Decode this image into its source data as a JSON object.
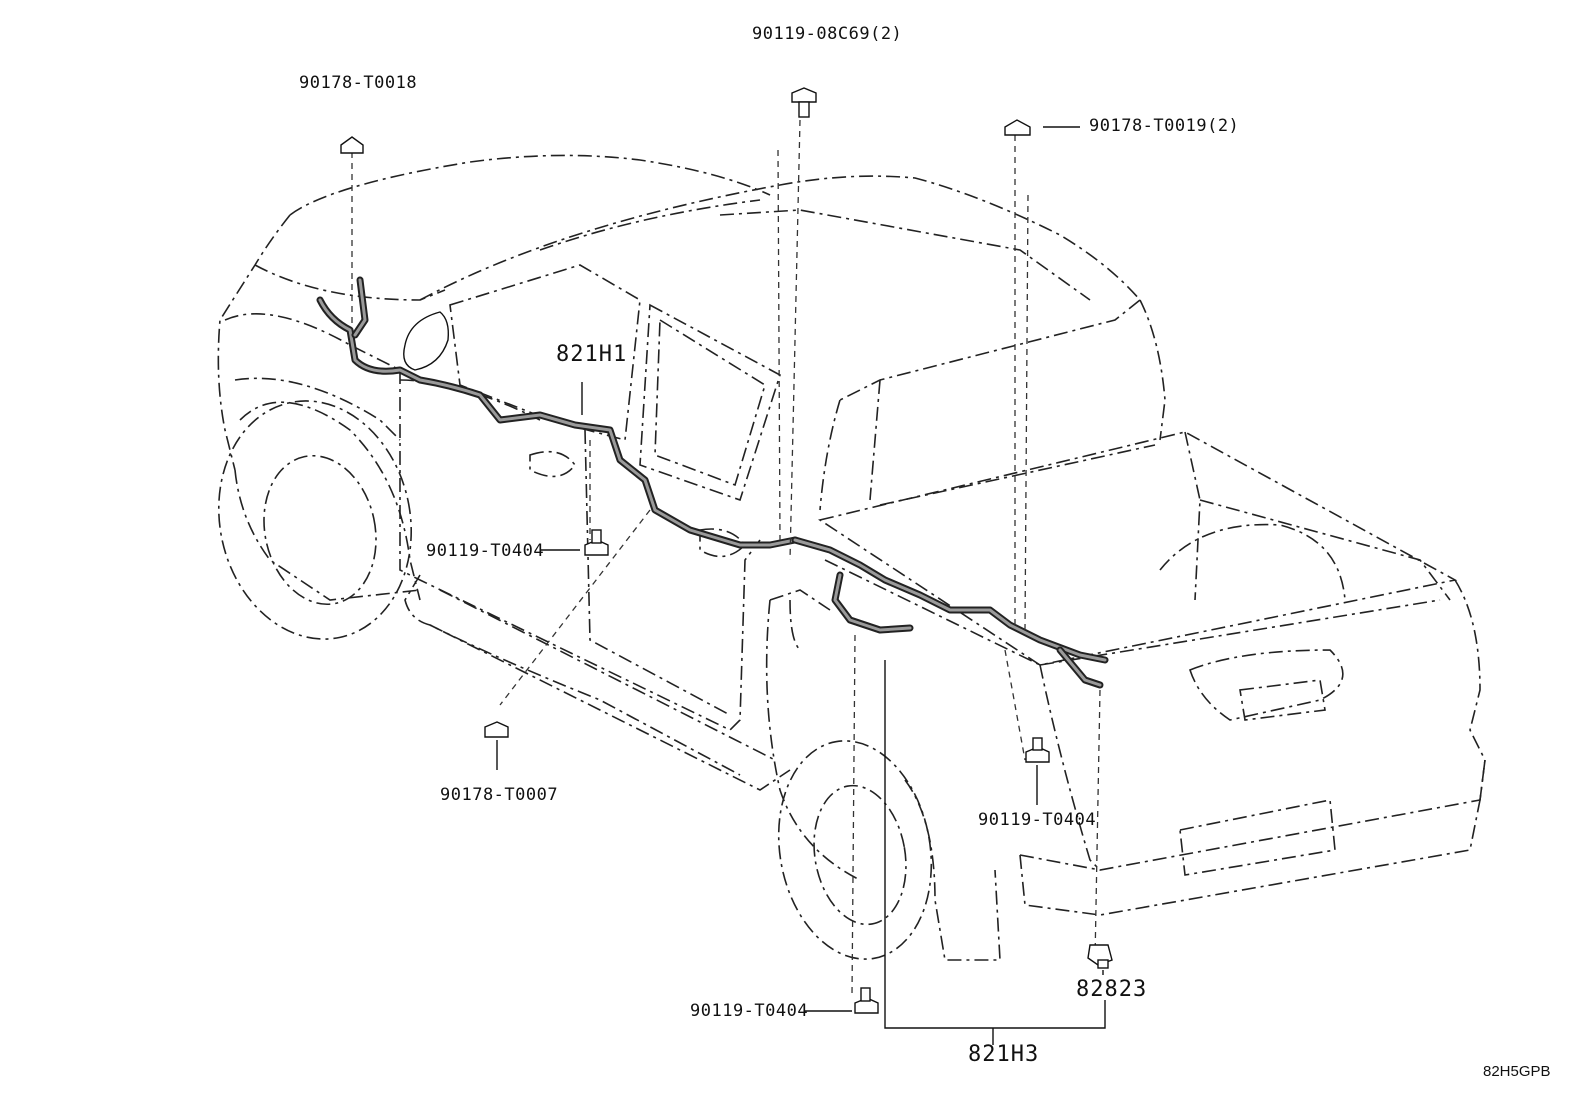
{
  "labels": {
    "bolt_roof_center": "90119-08C69(2)",
    "nut_front": "90178-T0018",
    "nut_rear": "90178-T0019(2)",
    "harness_front": "821H1",
    "bolt_door": "90119-T0404",
    "nut_rocker": "90178-T0007",
    "bolt_bed": "90119-T0404",
    "bolt_lower": "90119-T0404",
    "connector": "82823",
    "harness_rear": "821H3"
  },
  "illustration_code": "82H5GPB"
}
